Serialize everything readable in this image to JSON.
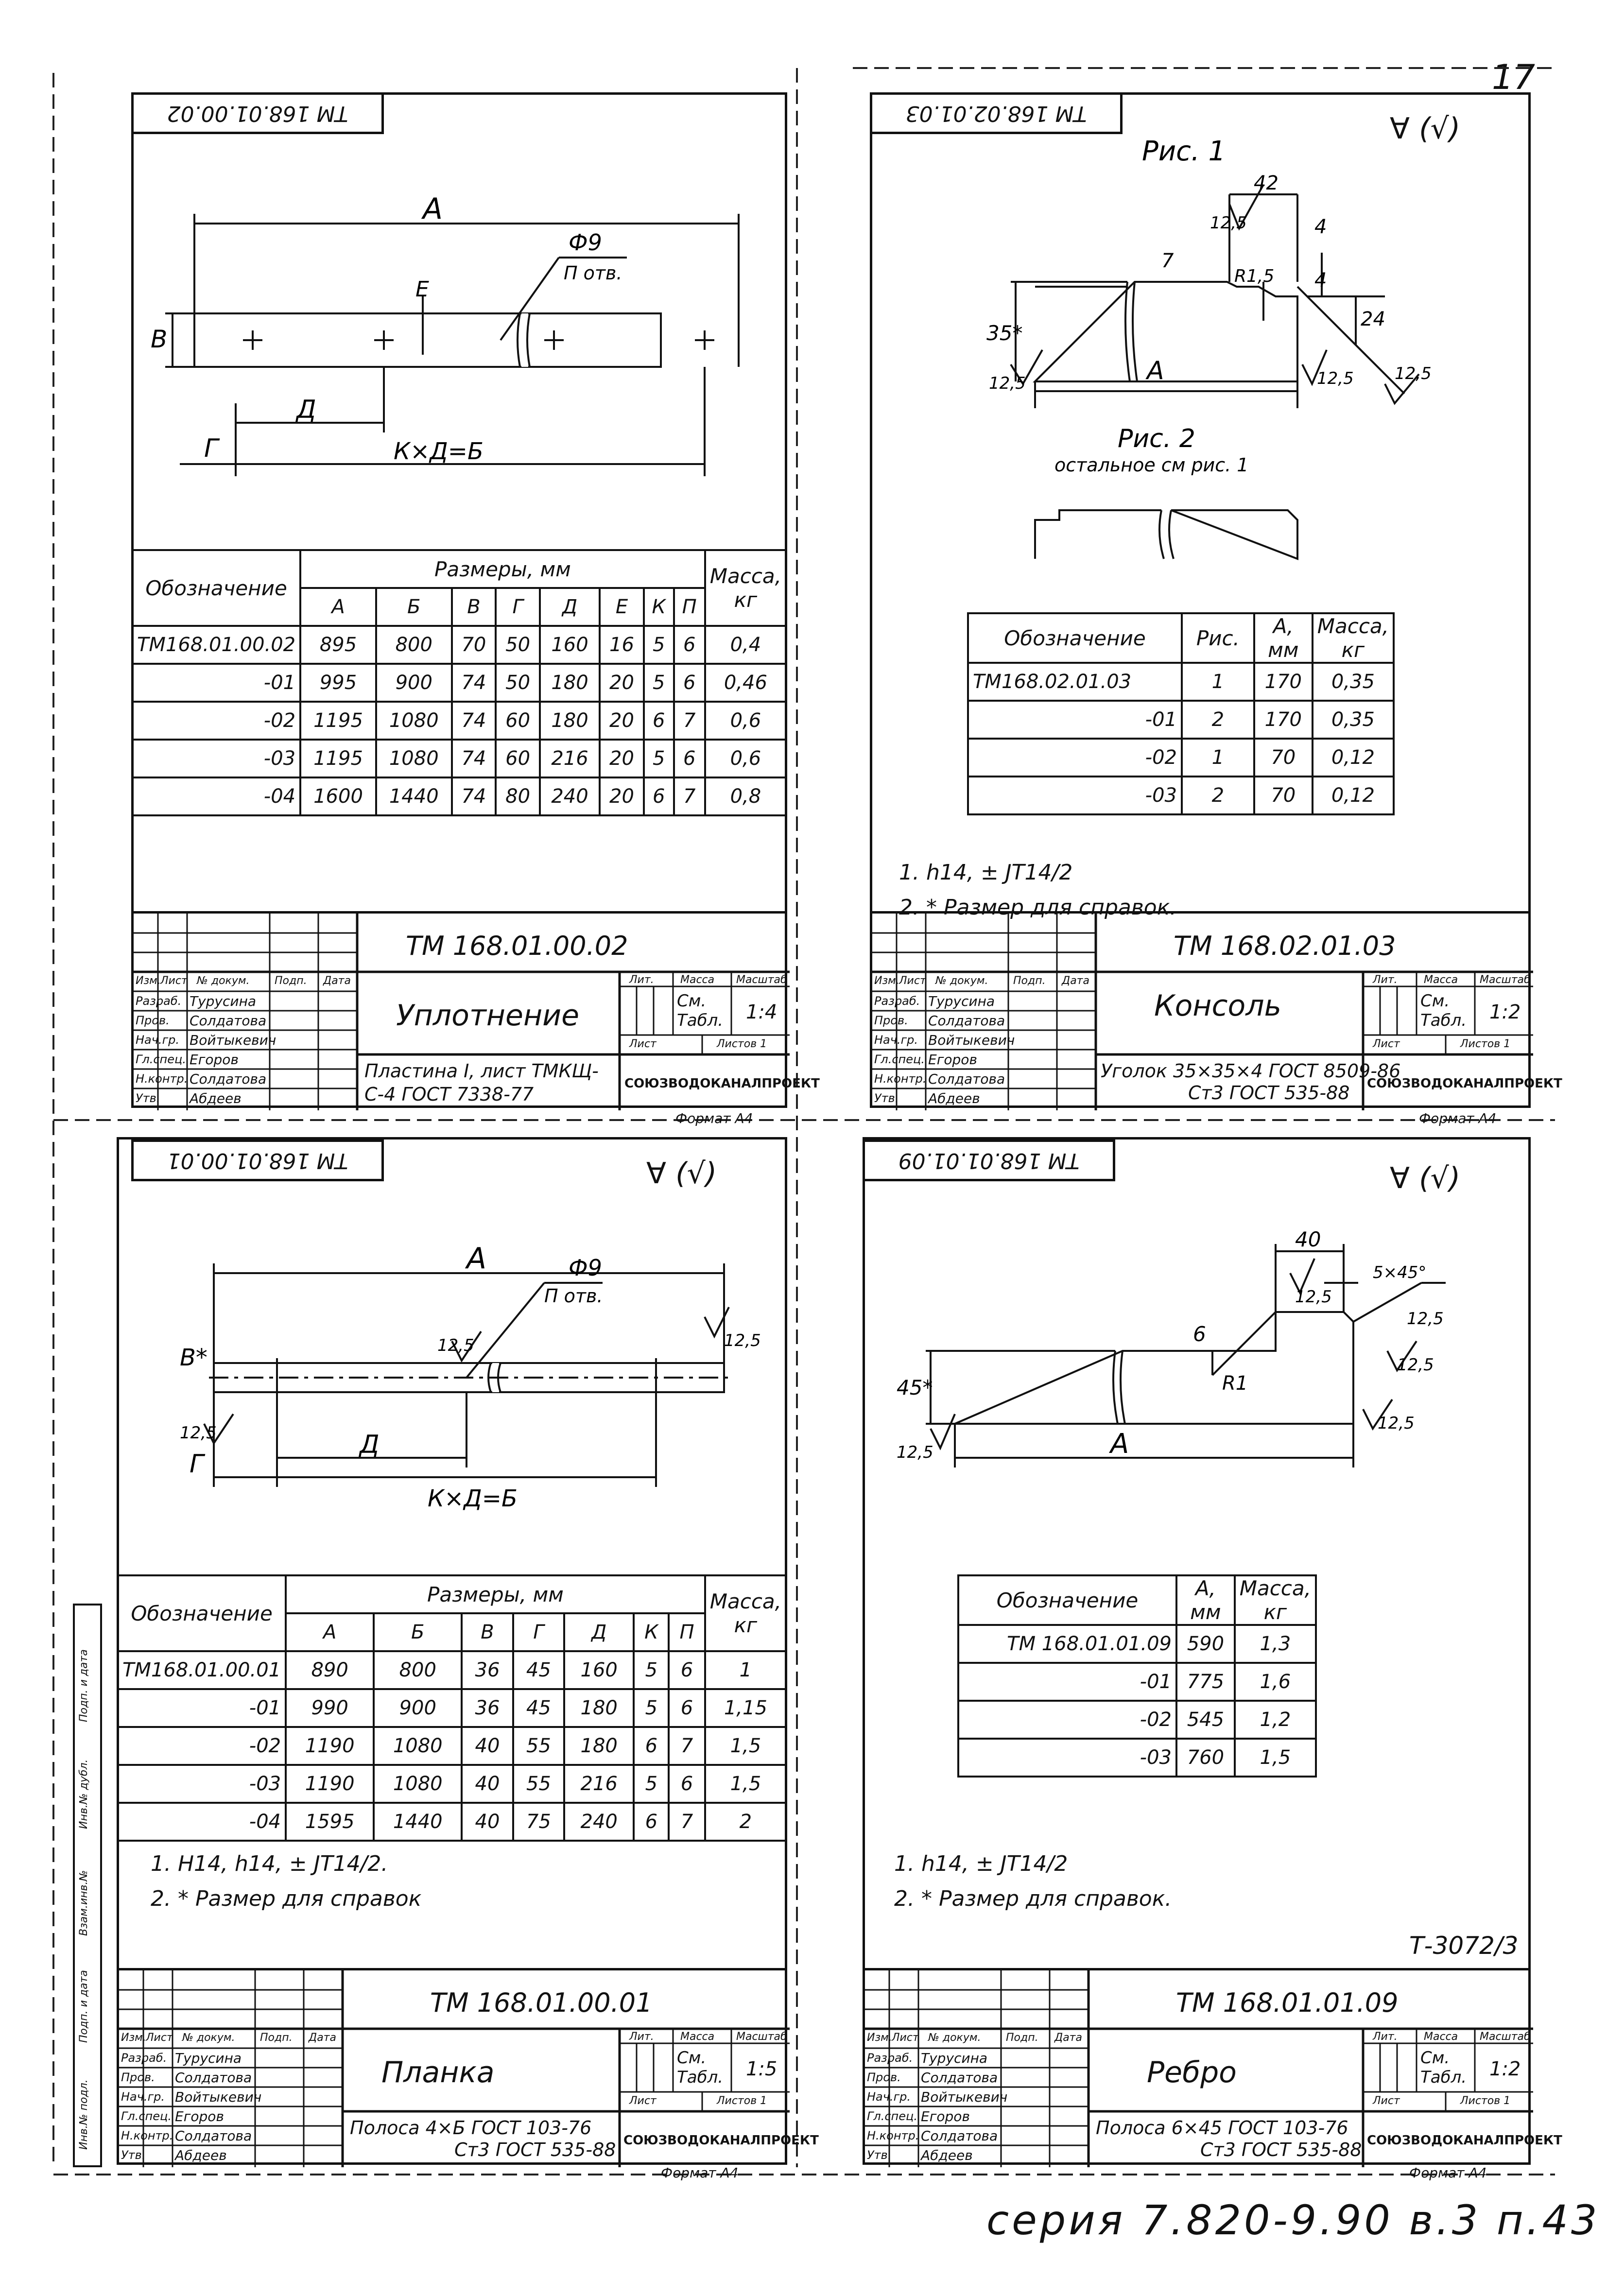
{
  "page_number": "17",
  "series": "серия 7.820-9.90 в.3 п.43",
  "mark_t": "Т-3072/3",
  "margin_labels": [
    "Инв.№ подл.",
    "Подп. и дата",
    "Взам.инв.№",
    "Инв.№ дубл.",
    "Подп. и дата"
  ],
  "common": {
    "sizes_header": "Размеры, мм",
    "mass_header": "Масса, кг",
    "designation": "Обозначение",
    "org": "СОЮЗВОДОКАНАЛПРОЕКТ",
    "format": "Формат А4",
    "lit": "Лит.",
    "massa": "Масса",
    "scale": "Масштаб",
    "sheet": "Лист",
    "sheets": "Листов 1",
    "mass_val": "См. Табл.",
    "roles": [
      "Разраб.",
      "Пров.",
      "Нач.гр.",
      "Гл.спец.",
      "Н.контр.",
      "Утв."
    ],
    "persons": [
      "Турусина",
      "Солдатова",
      "Войтыкевич",
      "Егоров",
      "Солдатова",
      "Абдеев"
    ],
    "head_cols": [
      "Изм.",
      "Лист",
      "№ докум.",
      "Подп.",
      "Дата"
    ]
  },
  "d1": {
    "top_code": "ТМ 168.01.00.02",
    "dims": {
      "A": "А",
      "phi": "Ф9",
      "phi2": "П отв.",
      "E": "Е",
      "V": "В",
      "D": "Д",
      "G": "Г",
      "KD": "К×Д=Б"
    },
    "headers": [
      "А",
      "Б",
      "В",
      "Г",
      "Д",
      "Е",
      "К",
      "П"
    ],
    "rows": [
      [
        "ТМ168.01.00.02",
        "895",
        "800",
        "70",
        "50",
        "160",
        "16",
        "5",
        "6",
        "0,4"
      ],
      [
        "-01",
        "995",
        "900",
        "74",
        "50",
        "180",
        "20",
        "5",
        "6",
        "0,46"
      ],
      [
        "-02",
        "1195",
        "1080",
        "74",
        "60",
        "180",
        "20",
        "6",
        "7",
        "0,6"
      ],
      [
        "-03",
        "1195",
        "1080",
        "74",
        "60",
        "216",
        "20",
        "5",
        "6",
        "0,6"
      ],
      [
        "-04",
        "1600",
        "1440",
        "74",
        "80",
        "240",
        "20",
        "6",
        "7",
        "0,8"
      ]
    ],
    "code": "ТМ 168.01.00.02",
    "name": "Уплотнение",
    "material": "Пластина I, лист ТМКЩ-С-4 ГОСТ 7338-77",
    "scale": "1:4"
  },
  "d2": {
    "top_code": "ТМ 168.02.01.03",
    "roughness": "∀ (√)",
    "fig1": "Рис. 1",
    "fig2": "Рис. 2",
    "fig2_note": "остальное см рис. 1",
    "dims": {
      "d42": "42",
      "d125": "12,5",
      "d4": "4",
      "d7": "7",
      "r15": "R1,5",
      "d35": "35*",
      "d24": "24",
      "dA": "А",
      "d125b": "12,5",
      "d125c": "12,5",
      "d125d": "12,5",
      "d4b": "4"
    },
    "headers": [
      "Обозначение",
      "Рис.",
      "А, мм",
      "Масса, кг"
    ],
    "rows": [
      [
        "ТМ168.02.01.03",
        "1",
        "170",
        "0,35"
      ],
      [
        "-01",
        "2",
        "170",
        "0,35"
      ],
      [
        "-02",
        "1",
        "70",
        "0,12"
      ],
      [
        "-03",
        "2",
        "70",
        "0,12"
      ]
    ],
    "notes": [
      "1. h14, ± JT14/2",
      "2. * Размер для справок."
    ],
    "code": "ТМ 168.02.01.03",
    "name": "Консоль",
    "material1": "Уголок  35×35×4 ГОСТ 8509-86",
    "material2": "Ст3 ГОСТ 535-88",
    "scale": "1:2"
  },
  "d3": {
    "top_code": "ТМ 168.01.00.01",
    "roughness": "∀ (√)",
    "dims": {
      "A": "А",
      "phi": "Ф9",
      "phi2": "П отв.",
      "V": "В*",
      "r125": "12,5",
      "r125b": "12,5",
      "r125c": "12,5",
      "D": "Д",
      "G": "Г",
      "KD": "К×Д=Б"
    },
    "headers": [
      "А",
      "Б",
      "В",
      "Г",
      "Д",
      "К",
      "П"
    ],
    "rows": [
      [
        "ТМ168.01.00.01",
        "890",
        "800",
        "36",
        "45",
        "160",
        "5",
        "6",
        "1"
      ],
      [
        "-01",
        "990",
        "900",
        "36",
        "45",
        "180",
        "5",
        "6",
        "1,15"
      ],
      [
        "-02",
        "1190",
        "1080",
        "40",
        "55",
        "180",
        "6",
        "7",
        "1,5"
      ],
      [
        "-03",
        "1190",
        "1080",
        "40",
        "55",
        "216",
        "5",
        "6",
        "1,5"
      ],
      [
        "-04",
        "1595",
        "1440",
        "40",
        "75",
        "240",
        "6",
        "7",
        "2"
      ]
    ],
    "notes": [
      "1. H14, h14, ± JT14/2.",
      "2. * Размер для справок"
    ],
    "code": "ТМ 168.01.00.01",
    "name": "Планка",
    "material1": "Полоса  4×Б ГОСТ 103-76",
    "material2": "Ст3 ГОСТ 535-88",
    "scale": "1:5"
  },
  "d4": {
    "top_code": "ТМ 168.01.01.09",
    "roughness": "∀ (√)",
    "dims": {
      "d40": "40",
      "d125": "12,5",
      "d545": "5×45°",
      "d6": "6",
      "r1": "R1",
      "d45": "45*",
      "dA": "А",
      "d125b": "12,5",
      "d125c": "12,5",
      "d125d": "12,5",
      "d125e": "12,5"
    },
    "headers": [
      "Обозначение",
      "А, мм",
      "Масса, кг"
    ],
    "rows": [
      [
        "ТМ 168.01.01.09",
        "590",
        "1,3"
      ],
      [
        "-01",
        "775",
        "1,6"
      ],
      [
        "-02",
        "545",
        "1,2"
      ],
      [
        "-03",
        "760",
        "1,5"
      ]
    ],
    "notes": [
      "1. h14, ± JT14/2",
      "2. * Размер для справок."
    ],
    "code": "ТМ 168.01.01.09",
    "name": "Ребро",
    "material1": "Полоса  6×45 ГОСТ 103-76",
    "material2": "Ст3 ГОСТ 535-88",
    "scale": "1:2"
  }
}
